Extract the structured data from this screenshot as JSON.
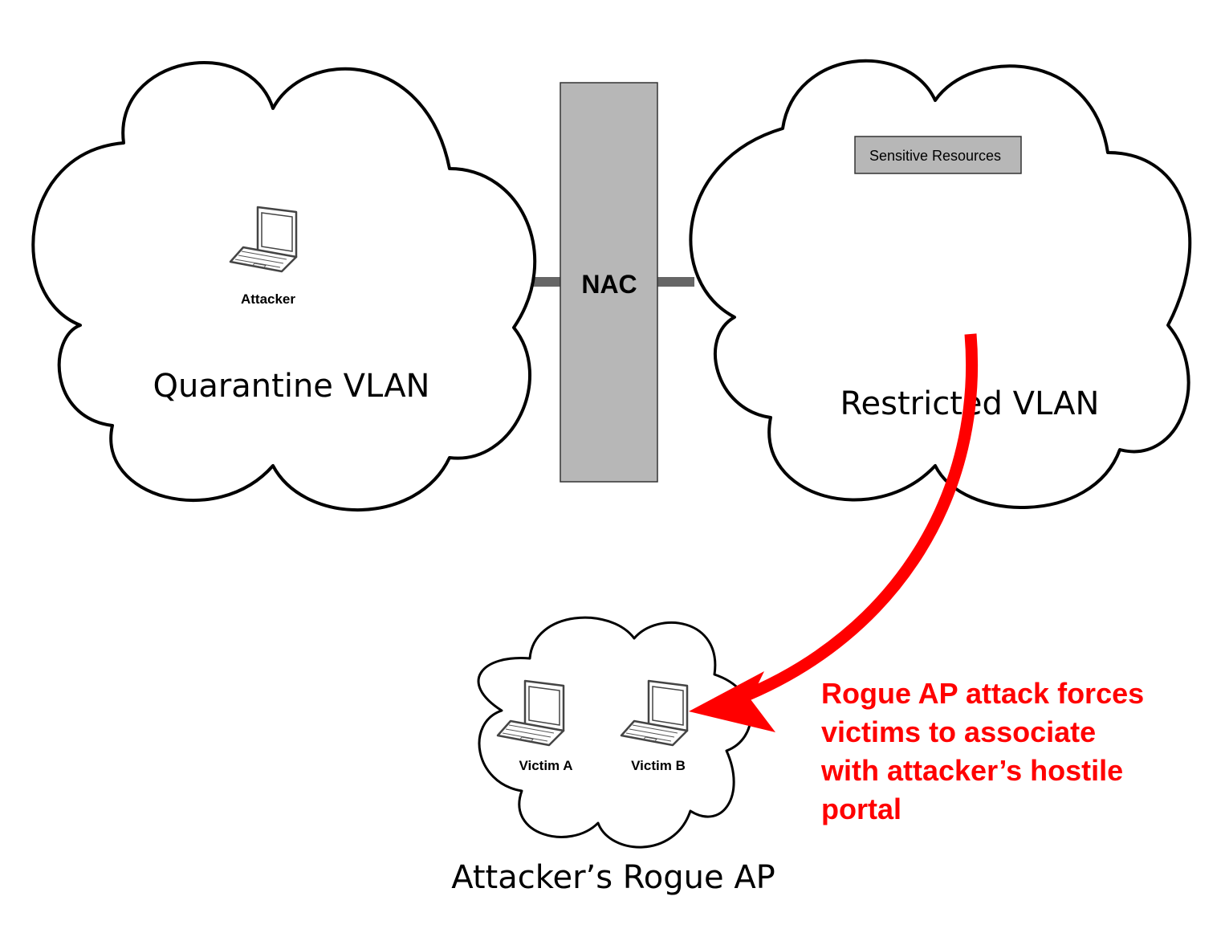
{
  "nodes": {
    "quarantine_vlan": {
      "label": "Quarantine VLAN"
    },
    "restricted_vlan": {
      "label": "Restricted VLAN"
    },
    "nac": {
      "label": "NAC"
    },
    "sensitive_resources": {
      "label": "Sensitive Resources"
    },
    "attacker": {
      "label": "Attacker",
      "icon": "laptop-icon"
    },
    "rogue_ap": {
      "label": "Attacker’s Rogue AP"
    },
    "victim_a": {
      "label": "Victim A",
      "icon": "laptop-icon"
    },
    "victim_b": {
      "label": "Victim B",
      "icon": "laptop-icon"
    }
  },
  "annotation": {
    "lines": [
      "Rogue AP attack forces",
      "victims to associate",
      "with attacker’s hostile",
      "portal"
    ],
    "color": "#ff0000"
  },
  "colors": {
    "nac_fill": "#b7b7b7",
    "link_line": "#666666",
    "arrow": "#ff0000"
  }
}
